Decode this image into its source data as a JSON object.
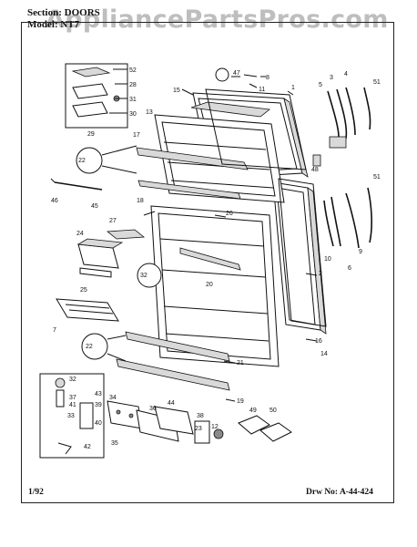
{
  "header": {
    "section_label": "Section:  DOORS",
    "model_label": "Model:  NT7"
  },
  "watermark": "AppliancePartsPros.com",
  "footer": {
    "date": "1/92",
    "drawing_number": "Drw No: A-44-424"
  },
  "callouts": [
    "52",
    "28",
    "31",
    "30",
    "29",
    "47",
    "8",
    "11",
    "15",
    "1",
    "3",
    "4",
    "5",
    "51",
    "13",
    "17",
    "22",
    "46",
    "45",
    "18",
    "48",
    "27",
    "26",
    "24",
    "25",
    "32",
    "7",
    "20",
    "2",
    "6",
    "10",
    "9",
    "51",
    "16",
    "14",
    "22",
    "21",
    "19",
    "32",
    "37",
    "43",
    "41",
    "39",
    "40",
    "33",
    "42",
    "34",
    "35",
    "36",
    "44",
    "38",
    "23",
    "12",
    "49",
    "50"
  ],
  "callout_color": "#111111",
  "line_color": "#111111"
}
